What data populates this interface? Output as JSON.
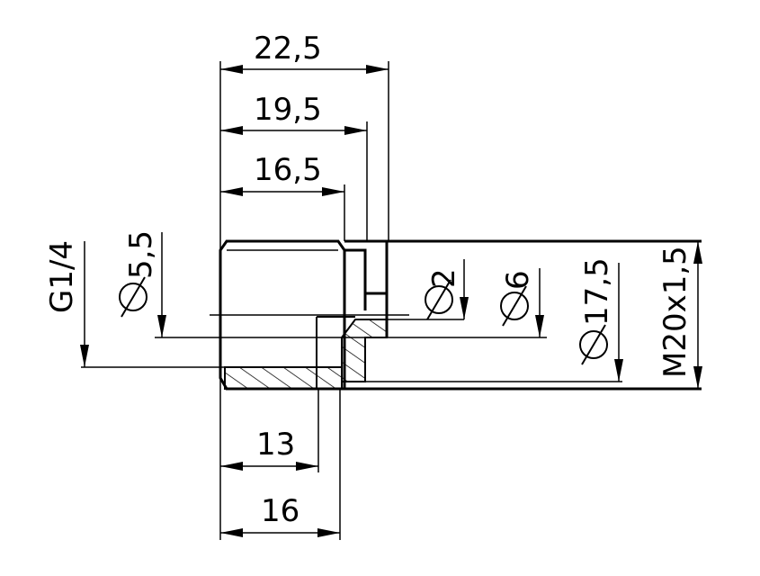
{
  "dimensions": {
    "length_22_5": "22,5",
    "length_19_5": "19,5",
    "length_16_5": "16,5",
    "length_13": "13",
    "length_16": "16",
    "thread_g": "G1/4",
    "dia_5_5": "5,5",
    "dia_2": "2",
    "dia_6": "6",
    "dia_17_5": "17,5",
    "thread_m": "M20x1,5"
  },
  "colors": {
    "line": "#000000",
    "background": "#ffffff"
  }
}
